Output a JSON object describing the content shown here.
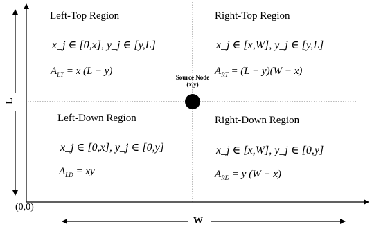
{
  "regions": {
    "left_top": {
      "title": "Left-Top Region",
      "range": "x_j ∈ [0,x], y_j ∈ [y,L]",
      "area_sub": "LT",
      "area_expr": "= x (L − y)"
    },
    "right_top": {
      "title": "Right-Top Region",
      "range": "x_j ∈ [x,W], y_j ∈ [y,L]",
      "area_sub": "RT",
      "area_expr": "= (L − y)(W − x)"
    },
    "left_down": {
      "title": "Left-Down Region",
      "range": "x_j ∈ [0,x], y_j ∈ [0,y]",
      "area_sub": "LD",
      "area_expr": "= xy"
    },
    "right_down": {
      "title": "Right-Down Region",
      "range": "x_j ∈ [x,W], y_j ∈ [0,y]",
      "area_sub": "RD",
      "area_expr": "= y (W − x)"
    }
  },
  "source_node": {
    "label": "Source Node",
    "coords": "(x,y)"
  },
  "axes": {
    "width_label": "W",
    "length_label": "L",
    "origin_label": "(0,0)"
  }
}
